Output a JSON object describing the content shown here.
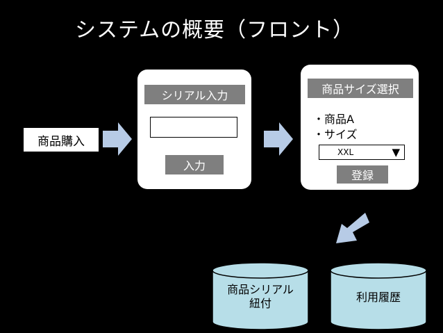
{
  "title": "システムの概要（フロント）",
  "start": {
    "label": "商品購入"
  },
  "serial_panel": {
    "header": "シリアル入力",
    "input_value": "",
    "button": "入力"
  },
  "size_panel": {
    "header": "商品サイズ選択",
    "items": [
      "・商品A",
      "・サイズ"
    ],
    "select_value": "XXL",
    "button": "登録"
  },
  "databases": {
    "serial": {
      "line1": "商品シリアル",
      "line2": "紐付"
    },
    "history": {
      "label": "利用履歴"
    }
  },
  "colors": {
    "background": "#000000",
    "arrow": "#b7cbe6",
    "cylinder_fill": "#b7dee8",
    "label_gray": "#7f7f7f"
  },
  "icons": {
    "dropdown": "triangle-down-icon"
  }
}
